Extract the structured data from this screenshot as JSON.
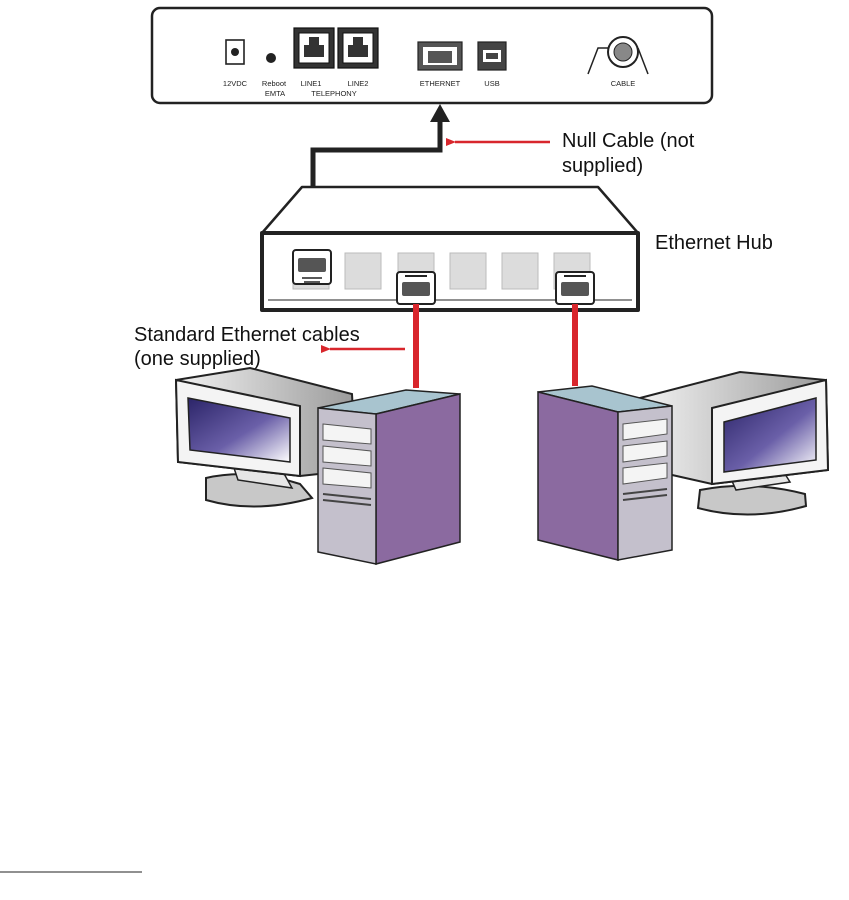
{
  "modem": {
    "ports": {
      "power": "12VDC",
      "reboot": "Reboot",
      "emta": "EMTA",
      "line1": "LINE1",
      "line2": "LINE2",
      "telephony": "TELEPHONY",
      "ethernet": "ETHERNET",
      "usb": "USB",
      "cable": "CABLE"
    }
  },
  "labels": {
    "null_cable_line1": "Null Cable (not",
    "null_cable_line2": "supplied)",
    "hub": "Ethernet Hub",
    "standard_cables_line1": "Standard Ethernet cables",
    "standard_cables_line2": "(one supplied)"
  },
  "colors": {
    "callout_arrow": "#d8262c",
    "cable_red": "#d8262c",
    "computer_tower": "#8b6aa0",
    "tower_top": "#a8c4cf",
    "monitor_screen": "#3a3475"
  }
}
